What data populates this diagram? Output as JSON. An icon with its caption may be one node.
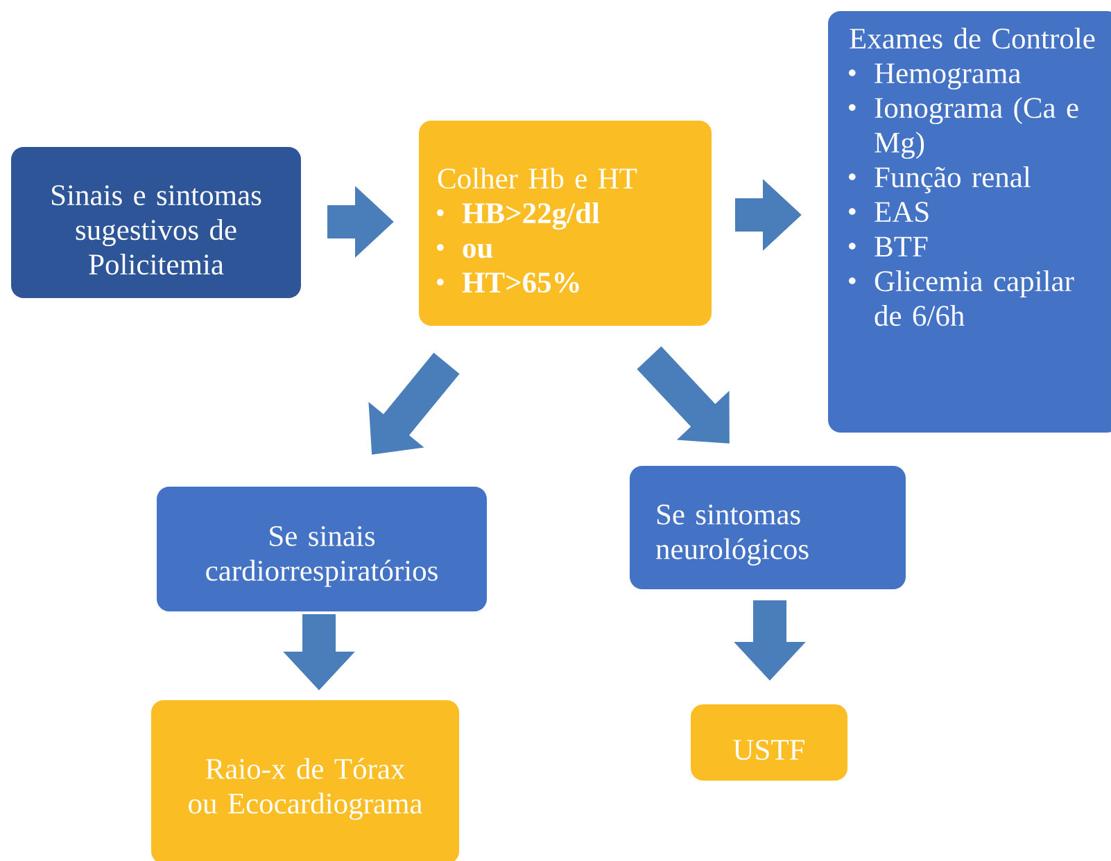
{
  "diagram": {
    "nodes": [
      {
        "text": [
          "Sinais e sintomas sugestivos de Policitemia"
        ]
      },
      {
        "text": [
          "Colher Hb e HT",
          "HB>22g/dl",
          "ou",
          "HT>65%"
        ]
      },
      {
        "text": [
          "Exames de Controle",
          "Hemograma",
          "Ionograma (Ca e Mg)",
          "Função renal",
          "EAS",
          "BTF",
          "Glicemia capilar de 6/6h"
        ]
      },
      {
        "text": [
          "Se sinais cardiorrespiratórios"
        ]
      },
      {
        "text": [
          "Se sintomas neurológicos"
        ]
      },
      {
        "text": [
          "Raio-x de Tórax ou Ecocardiograma"
        ]
      },
      {
        "text": [
          "USTF"
        ]
      }
    ],
    "edges": [
      {
        "from": 0,
        "to": 1,
        "arrow": "to"
      },
      {
        "from": 1,
        "to": 2,
        "arrow": "to"
      },
      {
        "from": 1,
        "to": 3,
        "arrow": "to"
      },
      {
        "from": 1,
        "to": 4,
        "arrow": "to"
      },
      {
        "from": 3,
        "to": 5,
        "arrow": "to"
      },
      {
        "from": 4,
        "to": 6,
        "arrow": "to"
      }
    ]
  }
}
